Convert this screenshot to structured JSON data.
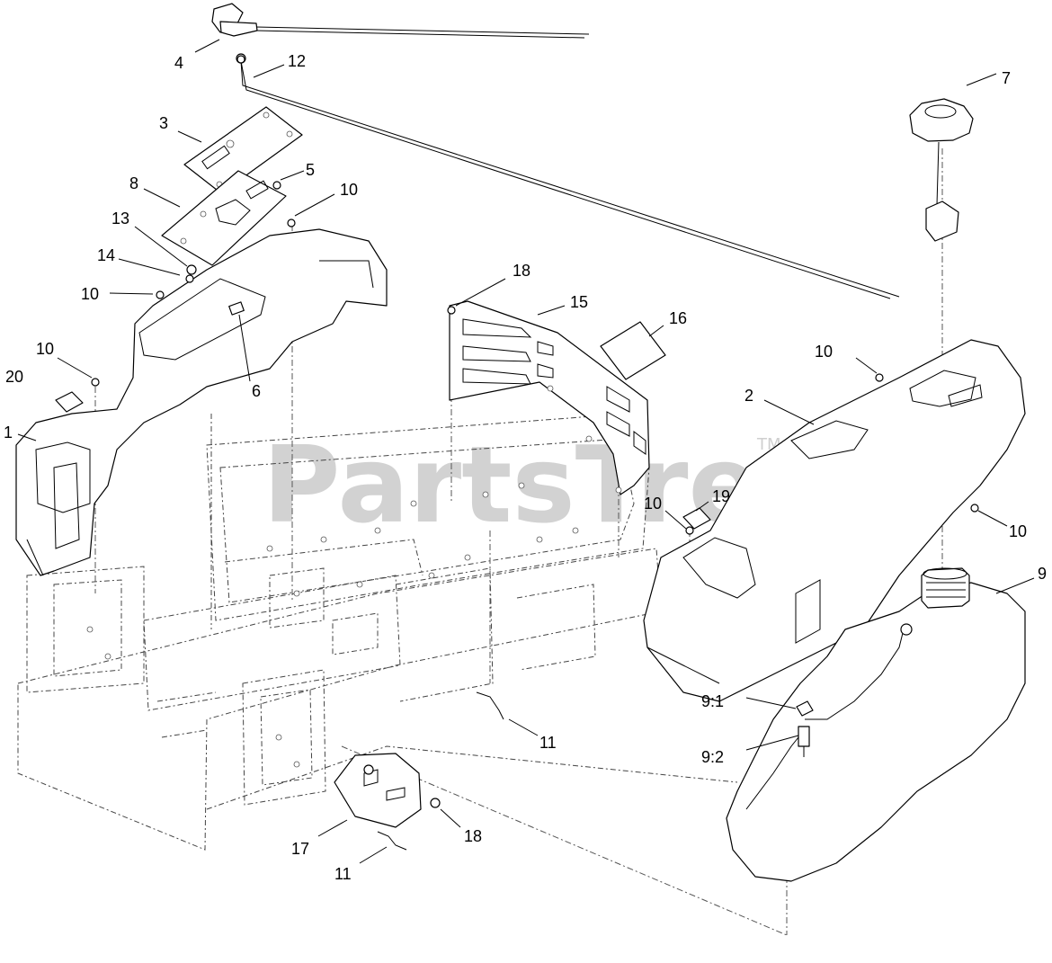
{
  "watermark": {
    "brand": "PartsTree",
    "trademark": "TM"
  },
  "callouts": {
    "c1": "1",
    "c2": "2",
    "c3": "3",
    "c4": "4",
    "c5": "5",
    "c6": "6",
    "c7": "7",
    "c8": "8",
    "c9": "9",
    "c9_1": "9:1",
    "c9_2": "9:2",
    "c10a": "10",
    "c10b": "10",
    "c10c": "10",
    "c10d": "10",
    "c10e": "10",
    "c10f": "10",
    "c11a": "11",
    "c11b": "11",
    "c12": "12",
    "c13": "13",
    "c14": "14",
    "c15": "15",
    "c16": "16",
    "c17": "17",
    "c18a": "18",
    "c18b": "18",
    "c19": "19",
    "c20": "20"
  }
}
